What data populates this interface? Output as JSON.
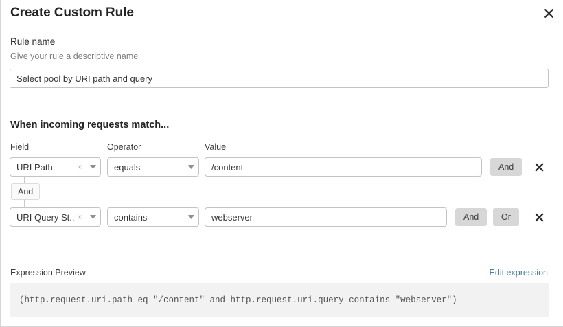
{
  "dialog": {
    "title": "Create Custom Rule",
    "close_icon": "close-icon"
  },
  "rule_name": {
    "label": "Rule name",
    "hint": "Give your rule a descriptive name",
    "value": "Select pool by URI path and query",
    "placeholder": ""
  },
  "conditions": {
    "heading": "When incoming requests match...",
    "columns": {
      "field": "Field",
      "operator": "Operator",
      "value": "Value"
    },
    "connector": {
      "label": "And"
    },
    "rows": [
      {
        "field": "URI Path",
        "operator": "equals",
        "value": "/content",
        "and_label": "And",
        "or_label": null,
        "clear_icon": "clear-x-icon",
        "chevron_icon": "chevron-down-icon",
        "delete_icon": "delete-x-icon"
      },
      {
        "field": "URI Query St...",
        "operator": "contains",
        "value": "webserver",
        "and_label": "And",
        "or_label": "Or",
        "clear_icon": "clear-x-icon",
        "chevron_icon": "chevron-down-icon",
        "delete_icon": "delete-x-icon"
      }
    ]
  },
  "expression": {
    "label": "Expression Preview",
    "edit_link": "Edit expression",
    "text": "(http.request.uri.path eq \"/content\" and http.request.uri.query contains \"webserver\")"
  },
  "colors": {
    "link": "#4a7fa5",
    "button_bg": "#d7d7d7",
    "expr_bg": "#f2f2f2",
    "border": "#c4c4c4"
  }
}
